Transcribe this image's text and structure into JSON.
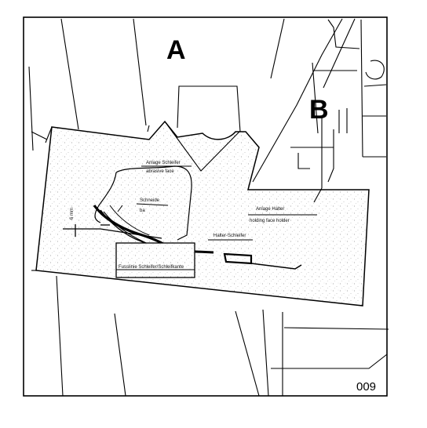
{
  "figure": {
    "number": "009",
    "callouts": {
      "a": "A",
      "b": "B"
    }
  },
  "template": {
    "labels": {
      "abrasive_face_de": "Anlage Schleifer",
      "abrasive_face_en": "abrasive face",
      "grinding_de": "Schneide",
      "grinding_en": "ba",
      "dimension": "6 mm",
      "holder_de": "Halter-Schleifer",
      "guide_de": "Anlage Halter",
      "guide_en": "holding face holder",
      "base_de": "Fusslinie Schleifer/Schleifkante"
    }
  }
}
